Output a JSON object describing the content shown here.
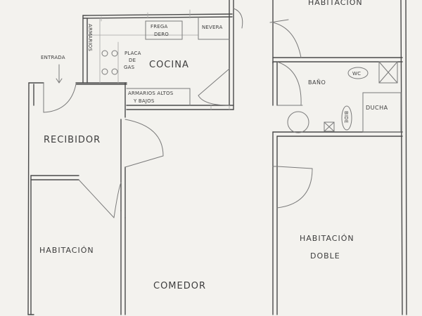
{
  "labels": {
    "habitacion_top": "HABITACIÓN",
    "fregadero_line1": "FREGA",
    "fregadero_line2": "DERO",
    "nevera": "NEVERA",
    "armarios_vertical": "ARMARIOS",
    "entrada": "ENTRADA",
    "placa_line1": "PLACA",
    "placa_line2": "DE",
    "placa_line3": "GAS",
    "cocina": "COCINA",
    "armarios_line1": "ARMARIOS ALTOS",
    "armarios_line2": "Y BAJOS",
    "bano": "BAÑO",
    "wc": "WC",
    "ducha": "DUCHA",
    "bide": "BIDE",
    "recibidor": "RECIBIDOR",
    "habitacion_left": "HABITACIÓN",
    "habitacion_doble_line1": "HABITACIÓN",
    "habitacion_doble_line2": "DOBLE",
    "comedor": "COMEDOR"
  }
}
